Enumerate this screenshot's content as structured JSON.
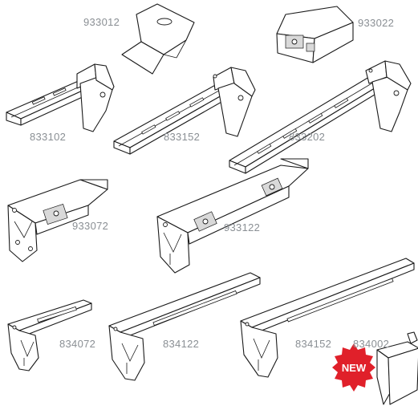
{
  "catalog": {
    "parts": [
      {
        "code": "933012"
      },
      {
        "code": "933022"
      },
      {
        "code": "833102"
      },
      {
        "code": "833152"
      },
      {
        "code": "833202"
      },
      {
        "code": "933072"
      },
      {
        "code": "933122"
      },
      {
        "code": "834072"
      },
      {
        "code": "834122"
      },
      {
        "code": "834152"
      },
      {
        "code": "834002"
      }
    ],
    "new_badge": {
      "text": "NEW",
      "color": "#e0202a"
    },
    "label_color": "#8a8f94"
  }
}
